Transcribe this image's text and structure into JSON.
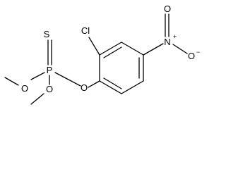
{
  "structure": {
    "atoms": {
      "sulfur": "S",
      "phosphorus": "P",
      "chlorine": "Cl",
      "ester_oxygen_top": "O",
      "ester_oxygen_bottom": "O",
      "aryl_oxygen": "O",
      "nitro_nitrogen": "N",
      "nitro_oxygen_top": "O",
      "nitro_oxygen_right": "O"
    },
    "charges": {
      "nitro_nitrogen": "+",
      "nitro_oxygen_right": "−"
    },
    "colors": {
      "bond": "#000000",
      "label": "#000000",
      "background": "#ffffff"
    }
  }
}
